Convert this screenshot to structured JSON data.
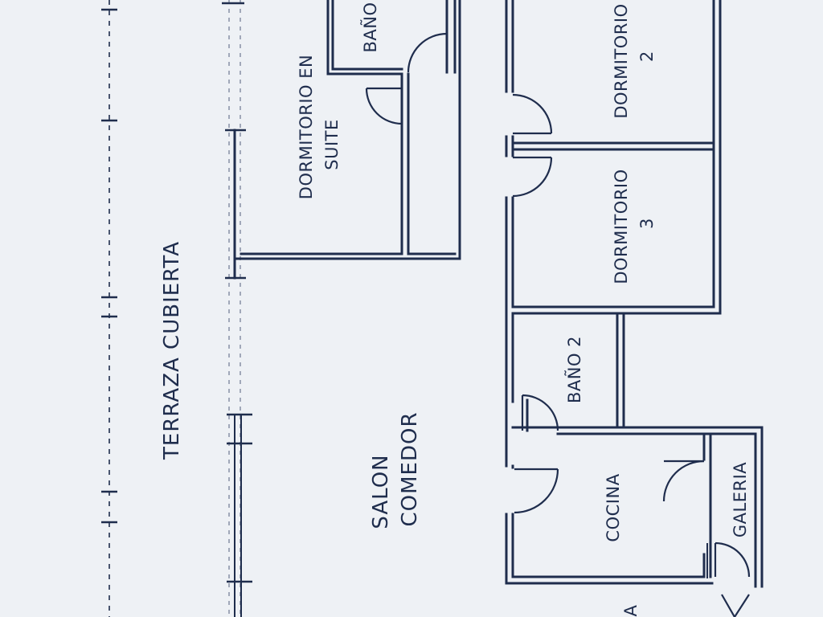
{
  "rooms": {
    "terraza": "TERRAZA CUBIERTA",
    "salon_line1": "SALON",
    "salon_line2": "COMEDOR",
    "suite_line1": "DORMITORIO EN",
    "suite_line2": "SUITE",
    "bano_suite": "BAÑO",
    "dorm2_line1": "DORMITORIO",
    "dorm2_line2": "2",
    "dorm3_line1": "DORMITORIO",
    "dorm3_line2": "3",
    "bano2": "BAÑO 2",
    "cocina": "COCINA",
    "galeria": "GALERIA",
    "partial_label": "A"
  },
  "colors": {
    "background": "#eef1f5",
    "ink": "#1f2d4d"
  }
}
